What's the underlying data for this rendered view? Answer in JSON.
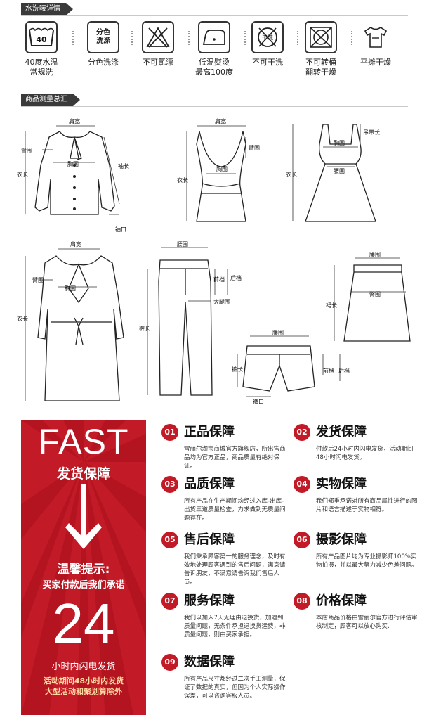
{
  "care_section": {
    "title": "水洗唛详情",
    "items": [
      {
        "icon": "wash-40-icon",
        "label": "40度水温\n常规洗",
        "icon_text": "40"
      },
      {
        "icon": "separate-wash-icon",
        "label": "分色洗涤",
        "icon_text": "分色\n洗涤"
      },
      {
        "icon": "no-bleach-icon",
        "label": "不可氯漂",
        "icon_text": ""
      },
      {
        "icon": "iron-low-icon",
        "label": "低温熨烫\n最高100度",
        "icon_text": ""
      },
      {
        "icon": "no-dry-clean-icon",
        "label": "不可干洗",
        "icon_text": "干洗"
      },
      {
        "icon": "no-tumble-dry-icon",
        "label": "不可转桶\n翻转干燥",
        "icon_text": ""
      },
      {
        "icon": "dry-flat-icon",
        "label": "平摊干燥",
        "icon_text": ""
      }
    ]
  },
  "measure_section": {
    "title": "商品测量总汇",
    "labels": {
      "shoulder": "肩宽",
      "arm": "臂围",
      "chest": "胸围",
      "length": "衣长",
      "sleeve": "袖长",
      "cuff": "袖口",
      "strap": "吊带长",
      "waist": "腰围",
      "back_rise": "后档",
      "front_rise": "前档",
      "thigh": "大腿围",
      "pants_length": "裤长",
      "hem": "裤口",
      "skirt_length": "裙长",
      "hip": "臀围"
    }
  },
  "banner": {
    "fast": "FAST",
    "line1": "发货保障",
    "line2": "温馨提示:",
    "line3": "买家付款后我们承诺",
    "number": "24",
    "line4": "小时内闪电发货",
    "line5a": "活动期间48小时内发货",
    "line5b": "大型活动和聚划算除外"
  },
  "guarantees": [
    {
      "num": "01",
      "title": "正品保障",
      "desc": "雪丽尔淘宝商城官方旗舰店，所出售商品均为官方正品，商品质量有绝对保证。"
    },
    {
      "num": "02",
      "title": "发货保障",
      "desc": "付款后24小时内闪电发货，活动期间48小时闪电发货。"
    },
    {
      "num": "03",
      "title": "品质保障",
      "desc": "所有产品在生产期间均经过入库-出库-出货三道质量检查，力求做到无质量问题存在。"
    },
    {
      "num": "04",
      "title": "实物保障",
      "desc": "我们郑重承诺对所有商品属性进行的图片和语言描述于实物相符。"
    },
    {
      "num": "05",
      "title": "售后保障",
      "desc": "我们秉承顾客第一的服务理念，及时有效地处理顾客遇到的售后问题，满意请告诉朋友，不满意请告诉我们售后人员。"
    },
    {
      "num": "06",
      "title": "摄影保障",
      "desc": "所有产品图片均为专业摄影师100%实物拍摄，并以最大努力减少色差问题。"
    },
    {
      "num": "07",
      "title": "服务保障",
      "desc": "我们以加入7天无理由退换货，加遇到质量问题，无条件承担退换货运费，非质量问题，则由买家承担。"
    },
    {
      "num": "08",
      "title": "价格保障",
      "desc": "本店商品价格由雪丽尔官方进行评估审核制定，顾客可以放心购买."
    },
    {
      "num": "09",
      "title": "数据保障",
      "desc": "所有产品尺寸都经过二次手工测量，保证了数据的真实，但因为个人实际操作误差，可以咨询客服人员。"
    }
  ],
  "colors": {
    "accent": "#c21a26",
    "dark_bar": "#3a3a3a"
  }
}
